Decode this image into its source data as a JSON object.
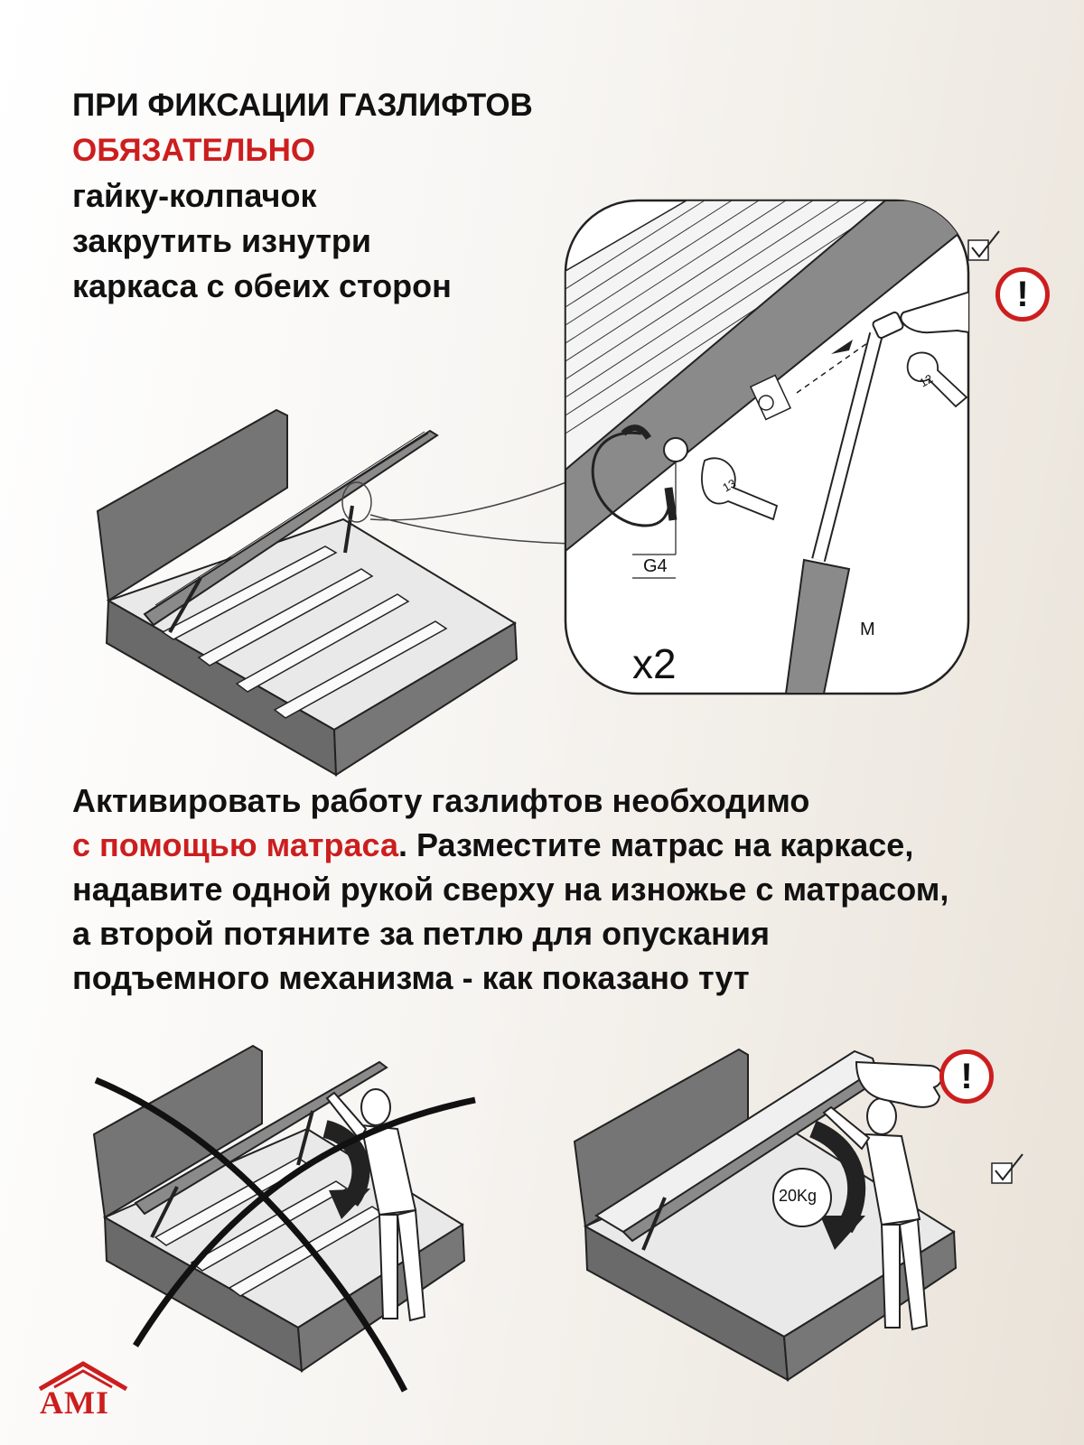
{
  "top_heading": {
    "line1": "ПРИ ФИКСАЦИИ ГАЗЛИФТОВ",
    "line2_highlight": "ОБЯЗАТЕЛЬНО",
    "line3": "гайку-колпачок",
    "line4": "закрутить изнутри",
    "line5": "каркаса с обеих сторон"
  },
  "detail_callout": {
    "part_label": "G4",
    "wrench_13": "13",
    "wrench_12": "12",
    "strut_label": "M",
    "quantity": "x2"
  },
  "instruction": {
    "line1": "Активировать работу газлифтов необходимо",
    "line2_highlight": "с помощью матраса",
    "line2_rest": ". Разместите матрас на каркасе,",
    "line3": "надавите одной рукой сверху на изножье с матрасом,",
    "line4": "а второй потяните за петлю для опускания",
    "line5": "подъемного механизма - как показано тут"
  },
  "bottom_right": {
    "weight_label": "20Kg"
  },
  "warning_mark": "!",
  "logo": {
    "text": "AMI"
  },
  "colors": {
    "accent_red": "#cc1e1e",
    "frame_gray": "#6e6e6e",
    "line_dark": "#1a1a1a"
  }
}
